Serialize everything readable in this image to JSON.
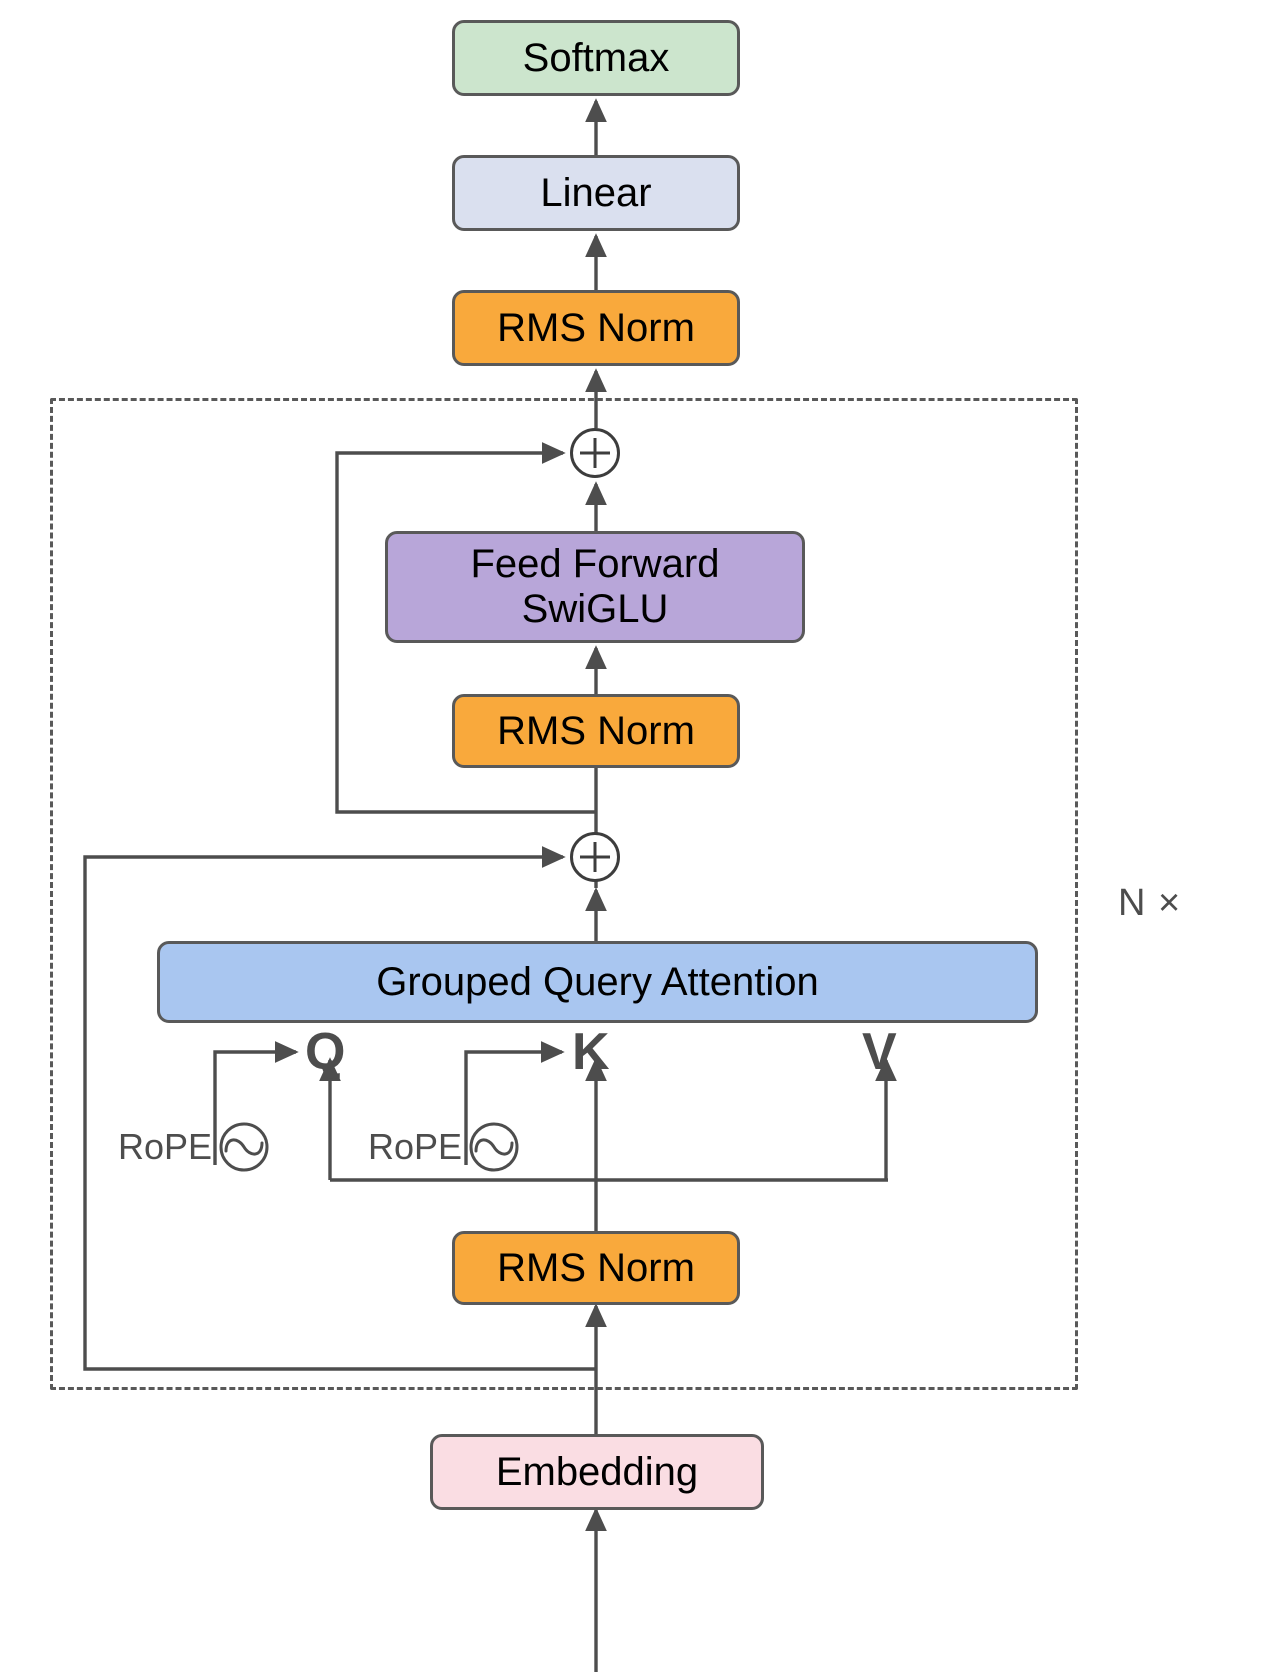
{
  "diagram": {
    "title": "Transformer decoder block architecture",
    "repeat_label": "N ×",
    "colors": {
      "softmax": "#cce5cd",
      "linear": "#dae0ef",
      "rms_norm": "#f9a93c",
      "feed_forward": "#b8a6d9",
      "attention": "#a9c6f0",
      "embedding": "#fadde3",
      "stroke": "#595959",
      "wire": "#4d4d4d"
    },
    "nodes": {
      "softmax": "Softmax",
      "linear": "Linear",
      "rms_norm_top": "RMS Norm",
      "feed_forward_line1": "Feed Forward",
      "feed_forward_line2": "SwiGLU",
      "rms_norm_mid": "RMS Norm",
      "grouped_query_attention": "Grouped Query Attention",
      "rms_norm_bottom": "RMS Norm",
      "embedding": "Embedding"
    },
    "labels": {
      "q": "Q",
      "k": "K",
      "v": "V",
      "rope_q": "RoPE",
      "rope_k": "RoPE",
      "add_symbol": "⊕"
    },
    "icons": {
      "rope": "rope-sine-circle-icon",
      "add": "circle-plus-icon"
    }
  }
}
